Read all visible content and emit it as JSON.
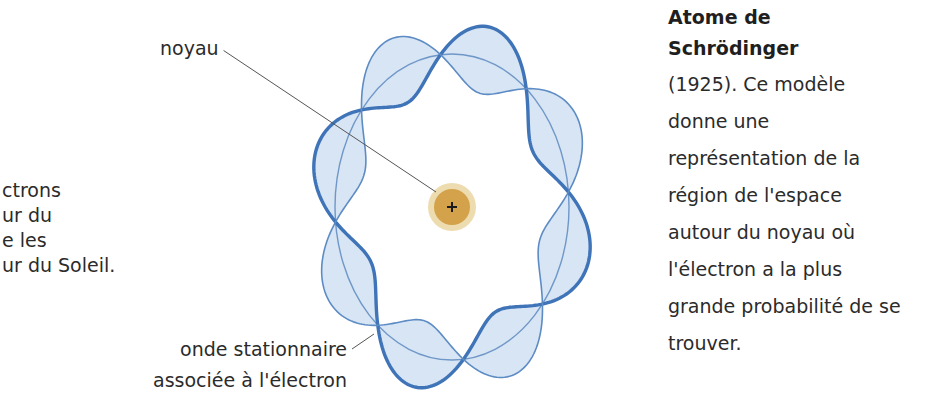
{
  "diagram": {
    "title": "Atome de Schrödinger",
    "labels": [
      "ctrons",
      "ur du",
      "e les",
      "ur du Soleil.",
      "noyau",
      "onde stationnaire associée à l'électron",
      "(1925). Ce modèle donne une représentation de la région de l'espace autour du noyau où l'électron a la plus grande probabilité de se trouver."
    ]
  }
}
